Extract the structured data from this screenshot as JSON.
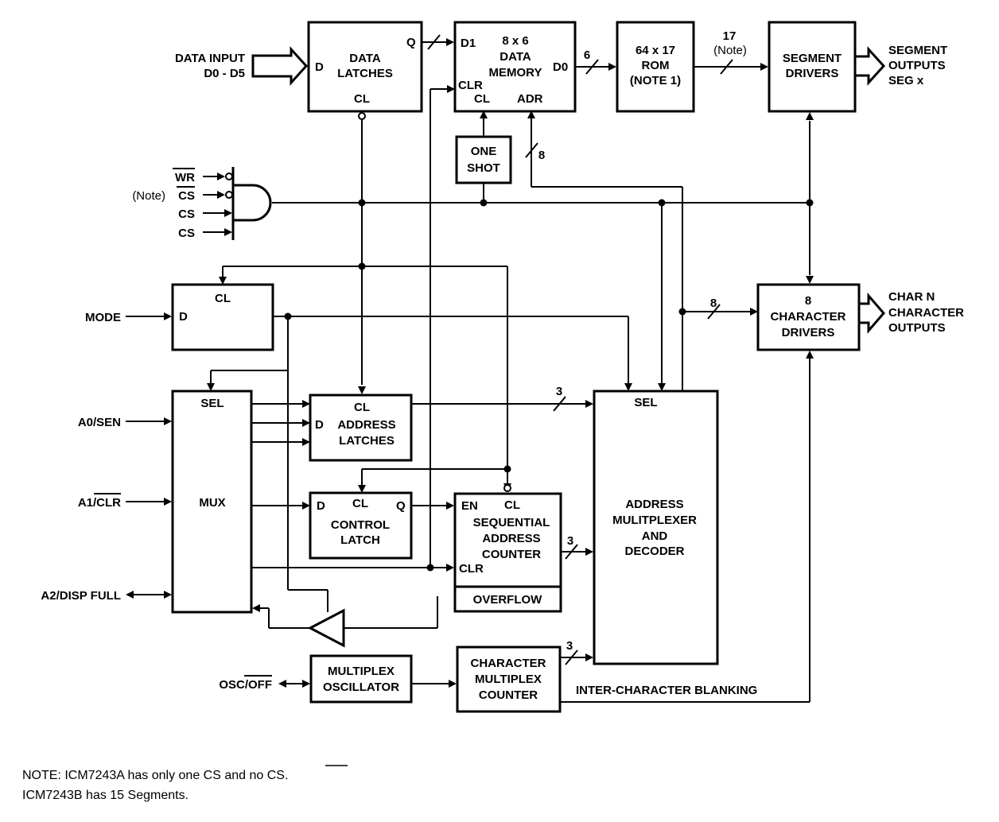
{
  "blocks": {
    "data_latches": {
      "title_1": "DATA",
      "title_2": "LATCHES",
      "pin_d": "D",
      "pin_q": "Q",
      "pin_cl": "CL"
    },
    "data_memory": {
      "title_1": "8 x 6",
      "title_2": "DATA",
      "title_3": "MEMORY",
      "pin_d1": "D1",
      "pin_d0": "D0",
      "pin_clr": "CLR",
      "pin_cl": "CL",
      "pin_adr": "ADR"
    },
    "rom": {
      "title_1": "64 x 17",
      "title_2": "ROM",
      "title_3": "(NOTE 1)"
    },
    "segment_drivers": {
      "title_1": "SEGMENT",
      "title_2": "DRIVERS"
    },
    "one_shot": {
      "title_1": "ONE",
      "title_2": "SHOT"
    },
    "mode_latch": {
      "pin_cl": "CL",
      "pin_d": "D"
    },
    "character_drivers": {
      "title_1": "8",
      "title_2": "CHARACTER",
      "title_3": "DRIVERS"
    },
    "mux": {
      "title": "MUX",
      "pin_sel": "SEL"
    },
    "address_latches": {
      "title_1": "ADDRESS",
      "title_2": "LATCHES",
      "pin_cl": "CL",
      "pin_d": "D"
    },
    "control_latch": {
      "title_1": "CONTROL",
      "title_2": "LATCH",
      "pin_d": "D",
      "pin_cl": "CL",
      "pin_q": "Q"
    },
    "sequential_counter": {
      "title_1": "SEQUENTIAL",
      "title_2": "ADDRESS",
      "title_3": "COUNTER",
      "pin_en": "EN",
      "pin_cl": "CL",
      "pin_clr": "CLR",
      "overflow": "OVERFLOW"
    },
    "address_decoder": {
      "title_1": "ADDRESS",
      "title_2": "MULITPLEXER",
      "title_3": "AND",
      "title_4": "DECODER",
      "pin_sel": "SEL"
    },
    "multiplex_oscillator": {
      "title_1": "MULTIPLEX",
      "title_2": "OSCILLATOR"
    },
    "char_mux_counter": {
      "title_1": "CHARACTER",
      "title_2": "MULTIPLEX",
      "title_3": "COUNTER"
    }
  },
  "signals": {
    "data_input_1": "DATA INPUT",
    "data_input_2": "D0 - D5",
    "segment_outputs_1": "SEGMENT",
    "segment_outputs_2": "OUTPUTS",
    "segment_outputs_3": "SEG x",
    "wr": "WR",
    "cs_bar": "CS",
    "cs_1": "CS",
    "cs_2": "CS",
    "note_label": "(Note)",
    "mode": "MODE",
    "char_outputs_1": "CHAR N",
    "char_outputs_2": "CHARACTER",
    "char_outputs_3": "OUTPUTS",
    "a0_sen": "A0/SEN",
    "a1_clr_prefix": "A1/",
    "a1_clr_bar": "CLR",
    "a2_disp_full": "A2/DISP FULL",
    "osc_off_prefix": "OSC/",
    "osc_off_bar": "OFF",
    "inter_char_blanking": "INTER-CHARACTER BLANKING"
  },
  "bus_widths": {
    "latch_to_mem": "",
    "mem_to_rom": "6",
    "rom_to_seg_width": "17",
    "rom_to_seg_note": "(Note)",
    "adr": "8",
    "char_drivers": "8",
    "addr_latches": "3",
    "seq_counter": "3",
    "char_counter": "3"
  },
  "notes": {
    "line1_prefix": "NOTE:  ICM7243A has only one CS and no ",
    "line1_bar": "CS",
    "line1_suffix": ".",
    "line2": "ICM7243B has 15 Segments."
  }
}
